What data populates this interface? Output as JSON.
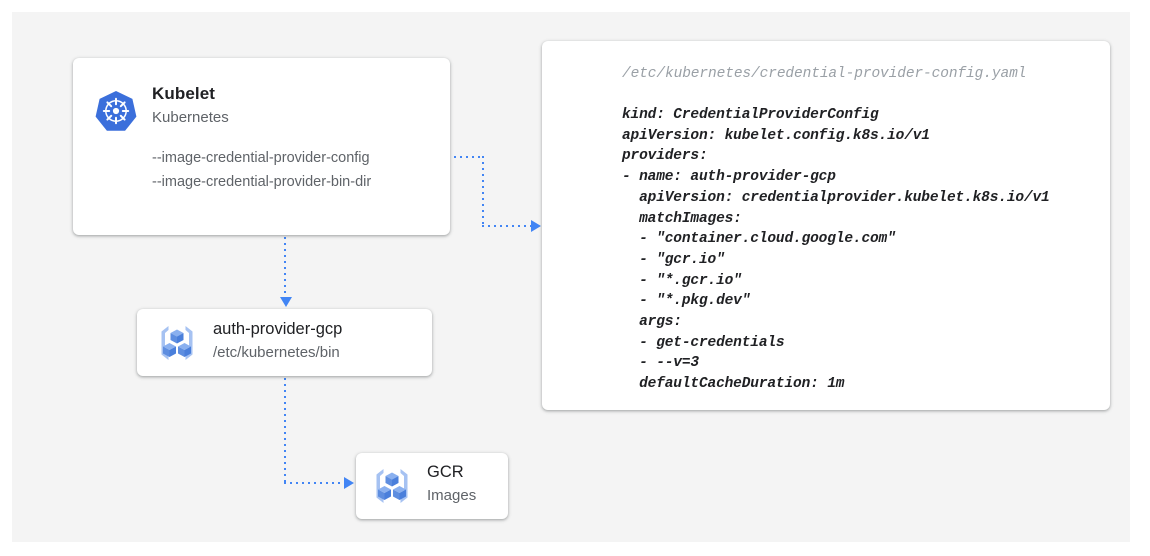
{
  "canvas": {
    "background_color": "#f4f4f4",
    "accent_color": "#4285f4"
  },
  "kubelet_card": {
    "icon": "kubernetes-logo-icon",
    "title": "Kubelet",
    "subtitle": "Kubernetes",
    "flags": [
      "--image-credential-provider-config",
      "--image-credential-provider-bin-dir"
    ]
  },
  "provider_card": {
    "icon": "container-registry-icon",
    "title": "auth-provider-gcp",
    "subtitle": "/etc/kubernetes/bin"
  },
  "gcr_card": {
    "icon": "container-registry-icon",
    "title": "GCR",
    "subtitle": "Images"
  },
  "code_card": {
    "path": "/etc/kubernetes/credential-provider-config.yaml",
    "lines": [
      "kind: CredentialProviderConfig",
      "apiVersion: kubelet.config.k8s.io/v1",
      "providers:",
      "- name: auth-provider-gcp",
      "  apiVersion: credentialprovider.kubelet.k8s.io/v1",
      "  matchImages:",
      "  - \"container.cloud.google.com\"",
      "  - \"gcr.io\"",
      "  - \"*.gcr.io\"",
      "  - \"*.pkg.dev\"",
      "  args:",
      "  - get-credentials",
      "  - --v=3",
      "  defaultCacheDuration: 1m"
    ]
  },
  "connectors": [
    {
      "name": "kubelet-to-config",
      "from": "kubelet_card",
      "to": "code_card"
    },
    {
      "name": "kubelet-to-provider",
      "from": "kubelet_card",
      "to": "provider_card"
    },
    {
      "name": "provider-to-gcr",
      "from": "provider_card",
      "to": "gcr_card"
    }
  ]
}
